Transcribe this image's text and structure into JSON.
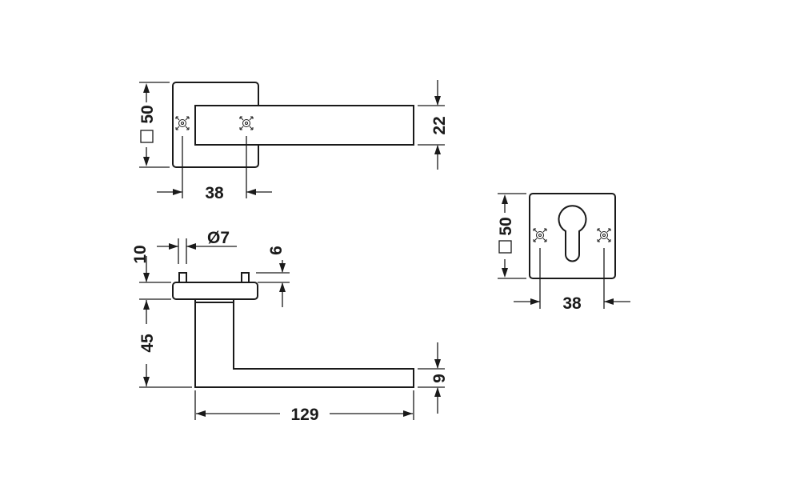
{
  "dimensions": {
    "rose_size": "50",
    "lever_height": "22",
    "screw_spacing_top": "38",
    "spindle_diameter": "Ø7",
    "rose_thickness": "10",
    "pin_height": "6",
    "projection": "45",
    "lever_thickness": "9",
    "lever_length": "129",
    "escutcheon_size": "50",
    "escutcheon_screw_spacing": "38"
  }
}
